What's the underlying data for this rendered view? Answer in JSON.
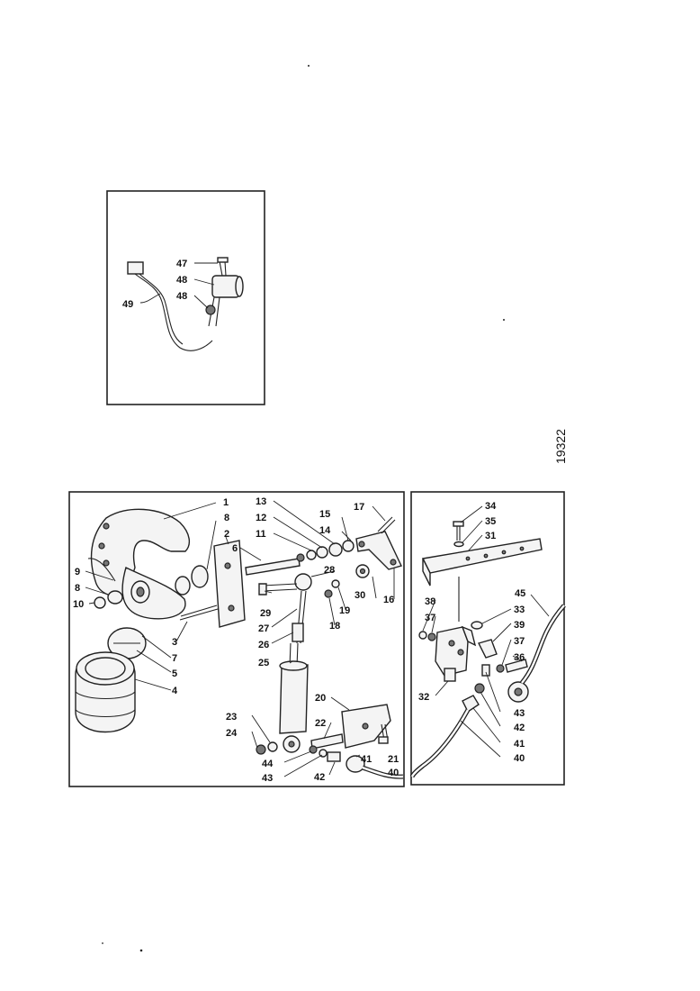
{
  "figure_number": "19322",
  "inset_labels": [
    "47",
    "48",
    "48",
    "49"
  ],
  "left_panel_labels": [
    "1",
    "8",
    "2",
    "6",
    "9",
    "8",
    "10",
    "3",
    "7",
    "5",
    "4",
    "13",
    "12",
    "11",
    "15",
    "14",
    "17",
    "28",
    "30",
    "16",
    "19",
    "18",
    "29",
    "27",
    "26",
    "25",
    "20",
    "22",
    "21",
    "23",
    "24",
    "44",
    "43",
    "42",
    "41",
    "40"
  ],
  "right_panel_labels": [
    "34",
    "35",
    "31",
    "38",
    "37",
    "33",
    "39",
    "37",
    "36",
    "32",
    "43",
    "42",
    "41",
    "40",
    "45"
  ]
}
